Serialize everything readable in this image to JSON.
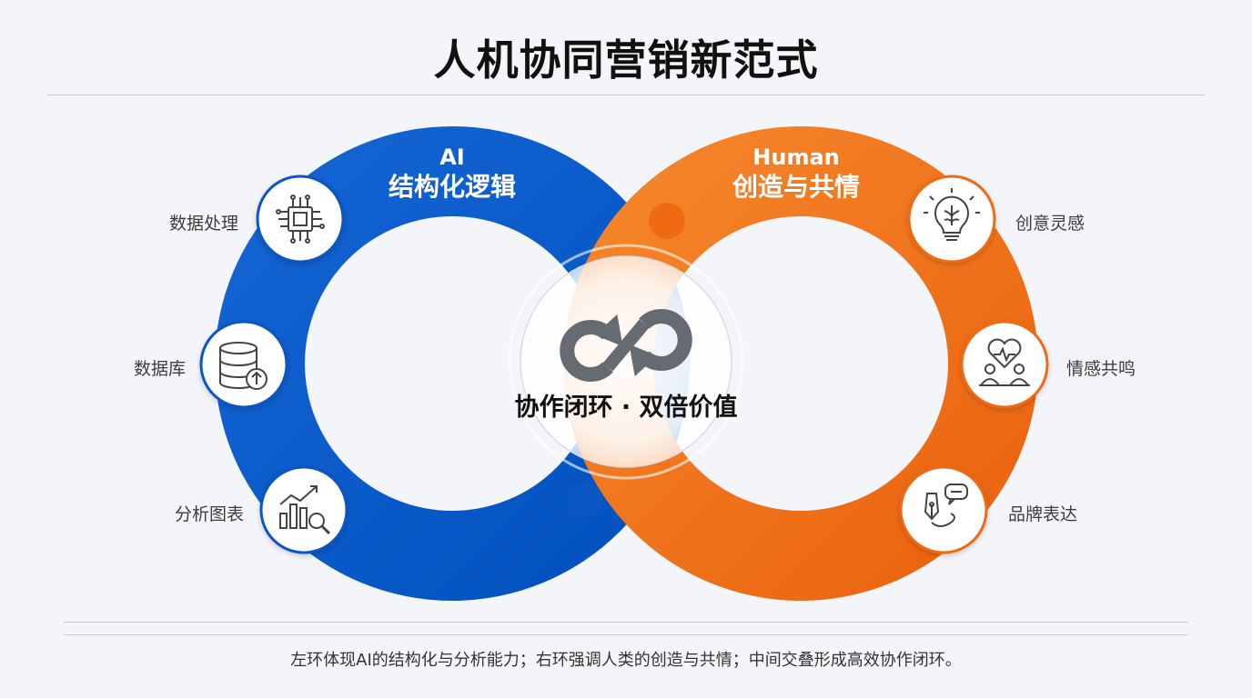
{
  "title": "人机协同营销新范式",
  "left_ring": {
    "title_line1": "AI",
    "title_line2": "结构化逻辑",
    "color": "#0a56c2",
    "items": [
      {
        "label": "数据处理",
        "icon": "cpu-chip-icon"
      },
      {
        "label": "数据库",
        "icon": "database-upload-icon"
      },
      {
        "label": "分析图表",
        "icon": "chart-magnifier-icon"
      }
    ]
  },
  "right_ring": {
    "title_line1": "Human",
    "title_line2": "创造与共情",
    "color": "#f06a12",
    "items": [
      {
        "label": "创意灵感",
        "icon": "lightbulb-brain-icon"
      },
      {
        "label": "情感共鸣",
        "icon": "heart-people-icon"
      },
      {
        "label": "品牌表达",
        "icon": "pen-speech-icon"
      }
    ]
  },
  "center": {
    "label": "协作闭环 · 双倍价值",
    "icon": "sync-arrows-icon"
  },
  "caption": "左环体现AI的结构化与分析能力；右环强调人类的创造与共情；中间交叠形成高效协作闭环。"
}
